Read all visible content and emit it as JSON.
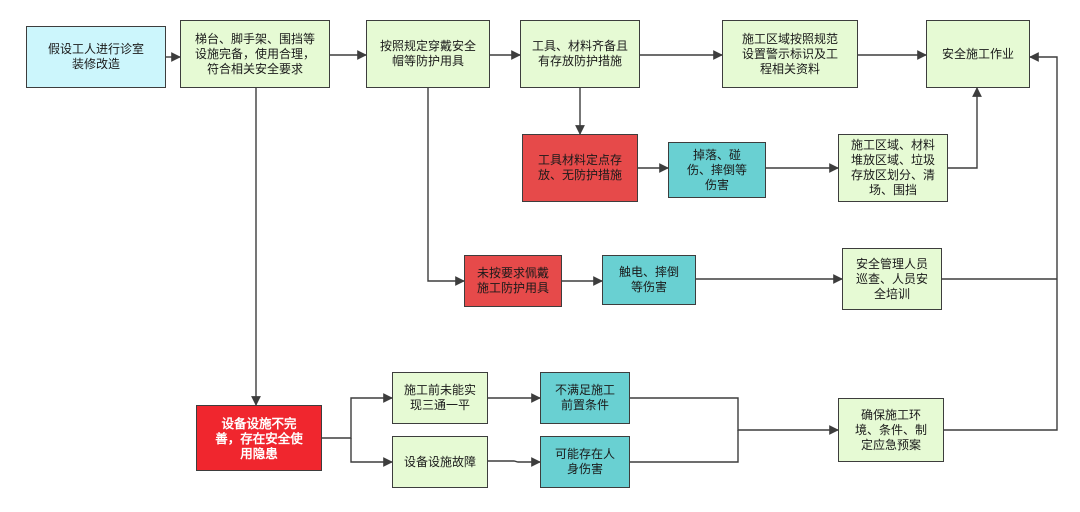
{
  "diagram": {
    "nodes": {
      "n1": {
        "label": "假设工人进行诊室\n装修改造"
      },
      "n2": {
        "label": "梯台、脚手架、围挡等\n设施完备，使用合理，\n符合相关安全要求"
      },
      "n3": {
        "label": "按照规定穿戴安全\n帽等防护用具"
      },
      "n4": {
        "label": "工具、材料齐备且\n有存放防护措施"
      },
      "n5": {
        "label": "施工区域按照规范\n设置警示标识及工\n程相关资料"
      },
      "n6": {
        "label": "安全施工作业"
      },
      "n7": {
        "label": "工具材料定点存\n放、无防护措施"
      },
      "n8": {
        "label": "掉落、碰\n伤、摔倒等\n伤害"
      },
      "n9": {
        "label": "施工区域、材料\n堆放区域、垃圾\n存放区划分、清\n场、围挡"
      },
      "n10": {
        "label": "未按要求佩戴\n施工防护用具"
      },
      "n11": {
        "label": "触电、摔倒\n等伤害"
      },
      "n12": {
        "label": "安全管理人员\n巡查、人员安\n全培训"
      },
      "n13": {
        "label": "设备设施不完\n善，存在安全使\n用隐患"
      },
      "n14": {
        "label": "施工前未能实\n现三通一平"
      },
      "n15": {
        "label": "设备设施故障"
      },
      "n16": {
        "label": "不满足施工\n前置条件"
      },
      "n17": {
        "label": "可能存在人\n身伤害"
      },
      "n18": {
        "label": "确保施工环\n境、条件、制\n定应急预案"
      }
    },
    "colors": {
      "start": "#ccf6fc",
      "step": "#e6fad4",
      "risk": "#e64a4a",
      "risk_bright": "#f0262e",
      "harm": "#69d0d2",
      "line": "#3d3d3d"
    }
  }
}
